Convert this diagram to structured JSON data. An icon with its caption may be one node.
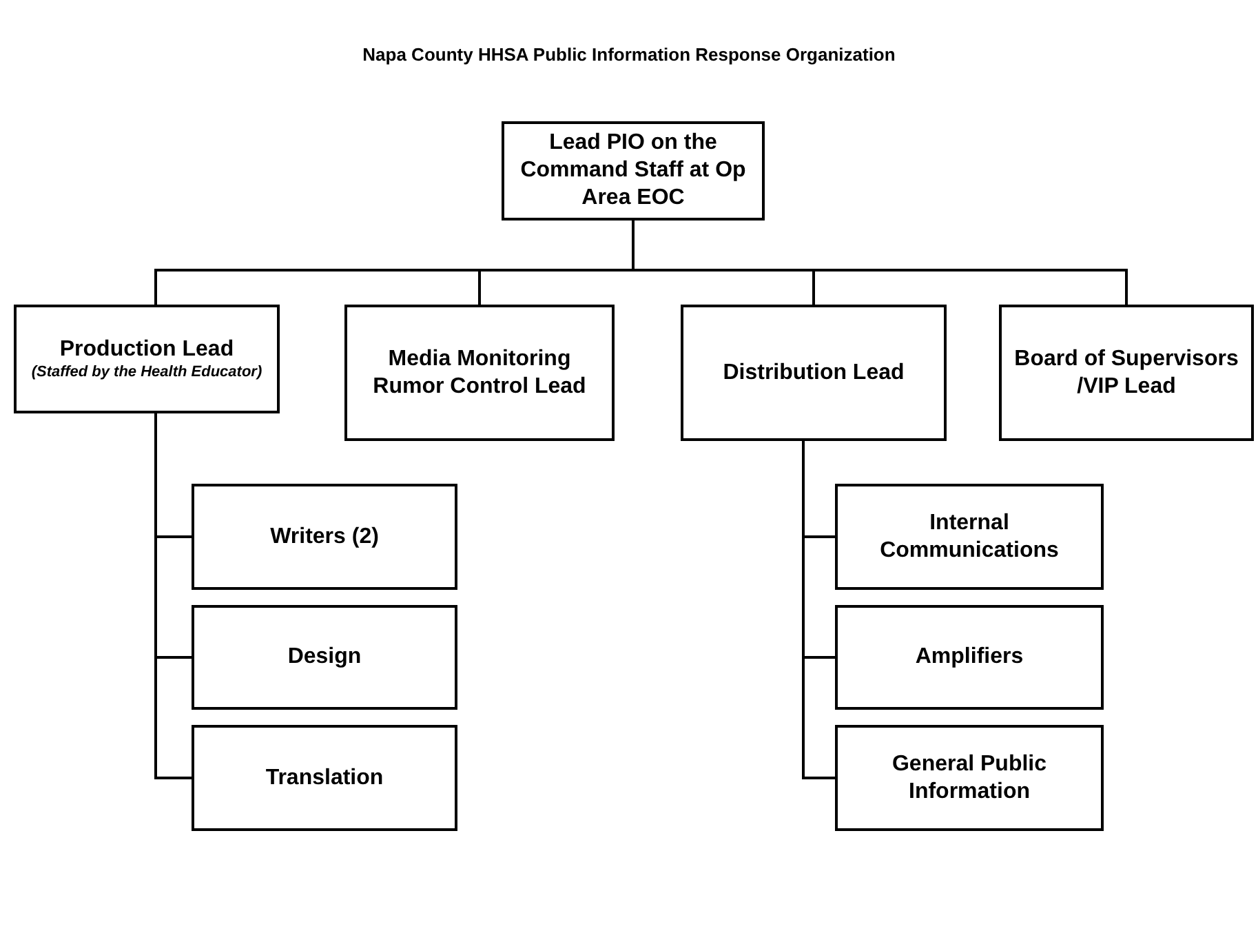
{
  "diagram": {
    "title": "Napa County HHSA Public Information Response Organization",
    "nodes": [
      {
        "text": [
          "Lead PIO  on the Command Staff at Op Area EOC"
        ]
      },
      {
        "text": [
          "Production Lead",
          "(Staffed by the Health Educator)"
        ]
      },
      {
        "text": [
          "Media Monitoring Rumor Control Lead"
        ]
      },
      {
        "text": [
          "Distribution Lead"
        ]
      },
      {
        "text": [
          "Board of Supervisors /VIP Lead"
        ]
      },
      {
        "text": [
          "Writers (2)"
        ]
      },
      {
        "text": [
          "Design"
        ]
      },
      {
        "text": [
          "Translation"
        ]
      },
      {
        "text": [
          "Internal Communications"
        ]
      },
      {
        "text": [
          "Amplifiers"
        ]
      },
      {
        "text": [
          "General  Public Information"
        ]
      }
    ],
    "edges": [
      {
        "from": 0,
        "to": 1,
        "arrow": "none"
      },
      {
        "from": 0,
        "to": 2,
        "arrow": "none"
      },
      {
        "from": 0,
        "to": 3,
        "arrow": "none"
      },
      {
        "from": 0,
        "to": 4,
        "arrow": "none"
      },
      {
        "from": 1,
        "to": 5,
        "arrow": "none"
      },
      {
        "from": 1,
        "to": 6,
        "arrow": "none"
      },
      {
        "from": 1,
        "to": 7,
        "arrow": "none"
      },
      {
        "from": 3,
        "to": 8,
        "arrow": "none"
      },
      {
        "from": 3,
        "to": 9,
        "arrow": "none"
      },
      {
        "from": 3,
        "to": 10,
        "arrow": "none"
      }
    ]
  }
}
